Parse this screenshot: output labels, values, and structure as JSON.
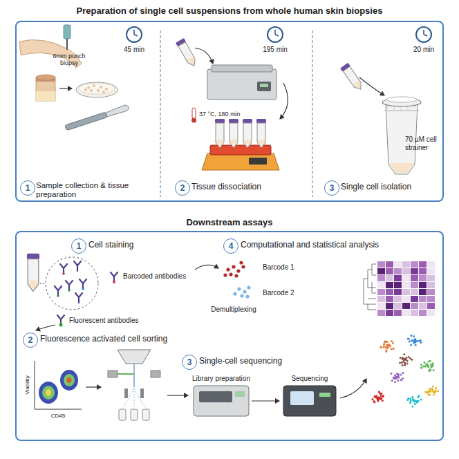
{
  "diagram": {
    "nodes": [
      {
        "text": [
          "Preparation of single cell suspensions from whole human skin biopsies"
        ]
      },
      {
        "text": [
          "1"
        ],
        "in": 0
      },
      {
        "text": [
          "2"
        ],
        "in": 0
      },
      {
        "text": [
          "3"
        ],
        "in": 0
      },
      {
        "text": [
          "Downstream assays"
        ]
      },
      {
        "text": [
          "1"
        ],
        "in": 4
      },
      {
        "text": [
          "4"
        ],
        "in": 4
      },
      {
        "text": [
          "2"
        ],
        "in": 4
      },
      {
        "text": [
          "3"
        ],
        "in": 4
      }
    ],
    "labels": [
      "45 min",
      "195 min",
      "20 min",
      "6mm punch biopsy",
      "37 °C, 180 min",
      "70 μM cell strainer",
      "Sample collection & tissue preparation",
      "Tissue dissociation",
      "Single cell isolation",
      "Cell staining",
      "Barcoded antibodies",
      "Fluorescent antibodies",
      "Computational and statistical analysis",
      "Barcode 1",
      "Barcode 2",
      "Demultiplexing",
      "Fluorescence activated cell sorting",
      "Single-cell sequencing",
      "Library preparation",
      "Sequencing",
      "Viability",
      "CD45"
    ]
  }
}
